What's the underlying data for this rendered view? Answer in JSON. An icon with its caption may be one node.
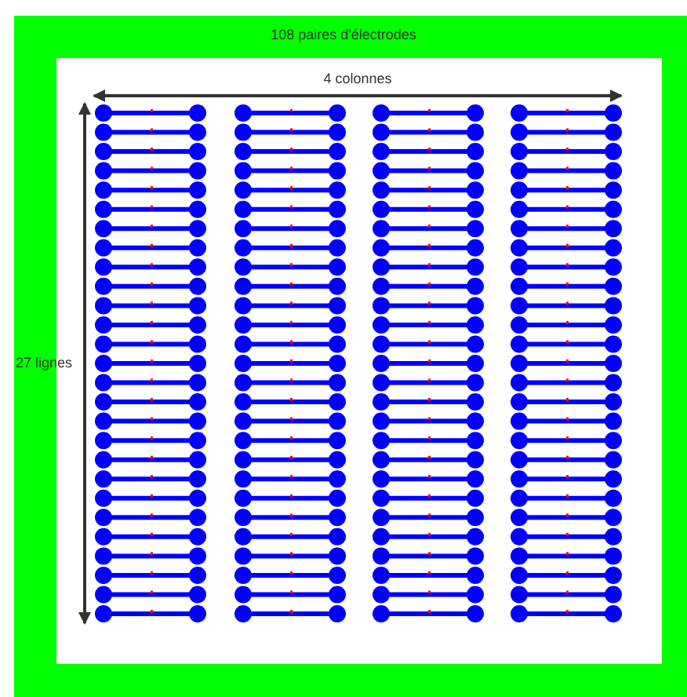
{
  "diagram": {
    "title": "108 paires d'électrodes",
    "labels": [
      "4 colonnes",
      "27 lignes"
    ]
  }
}
